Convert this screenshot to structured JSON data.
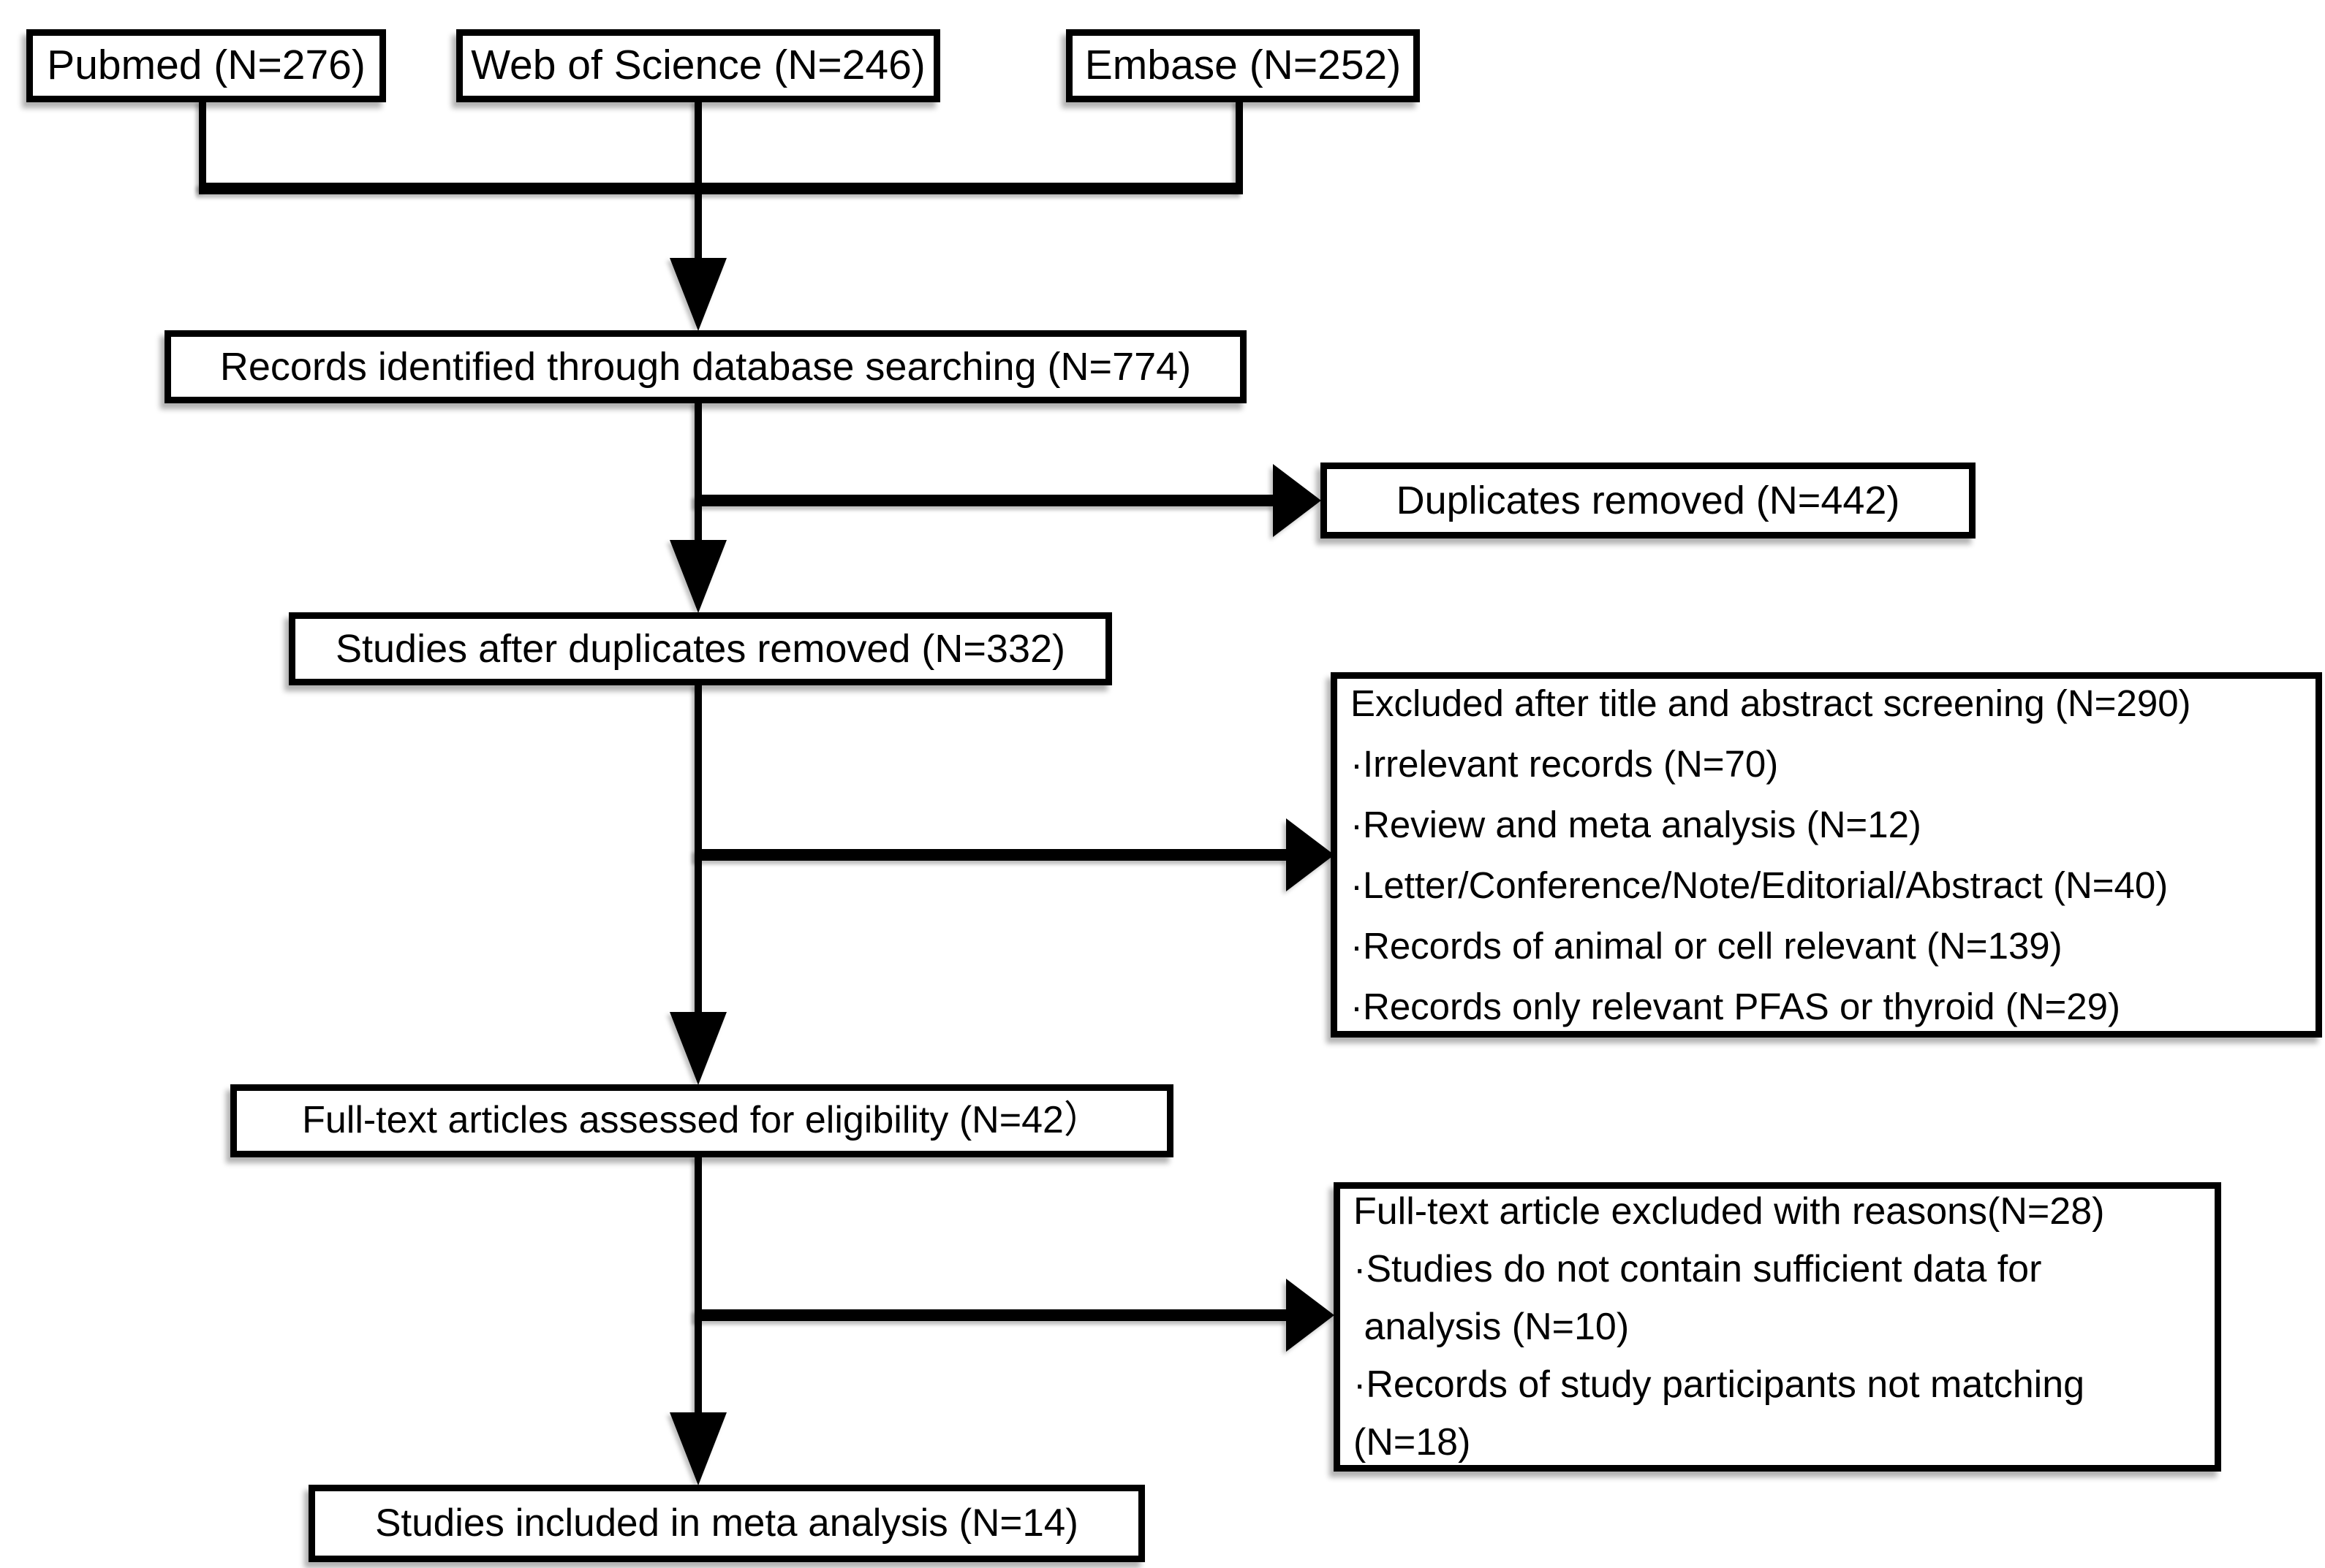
{
  "flowchart": {
    "sources": [
      {
        "label": "Pubmed (N=276)"
      },
      {
        "label": "Web of Science (N=246)"
      },
      {
        "label": "Embase (N=252)"
      }
    ],
    "boxes": {
      "records_identified": {
        "label": "Records identified through database searching (N=774)"
      },
      "duplicates_removed": {
        "label": "Duplicates removed (N=442)"
      },
      "after_duplicates": {
        "label": "Studies after duplicates removed (N=332)"
      },
      "excluded_screening": {
        "lines": [
          "Excluded after title and abstract screening (N=290)",
          "·Irrelevant records (N=70)",
          "·Review and meta analysis (N=12)",
          "·Letter/Conference/Note/Editorial/Abstract (N=40)",
          "·Records of animal or cell relevant (N=139)",
          "·Records only relevant PFAS or thyroid (N=29)"
        ]
      },
      "fulltext_assessed": {
        "label": "Full-text articles assessed for eligibility (N=42）"
      },
      "fulltext_excluded": {
        "lines": [
          "Full-text article excluded with reasons(N=28)",
          "·Studies do not contain sufficient data for",
          " analysis (N=10)",
          "·Records of study participants not matching",
          "(N=18)"
        ]
      },
      "included": {
        "label": "Studies included in meta analysis (N=14)"
      }
    }
  }
}
